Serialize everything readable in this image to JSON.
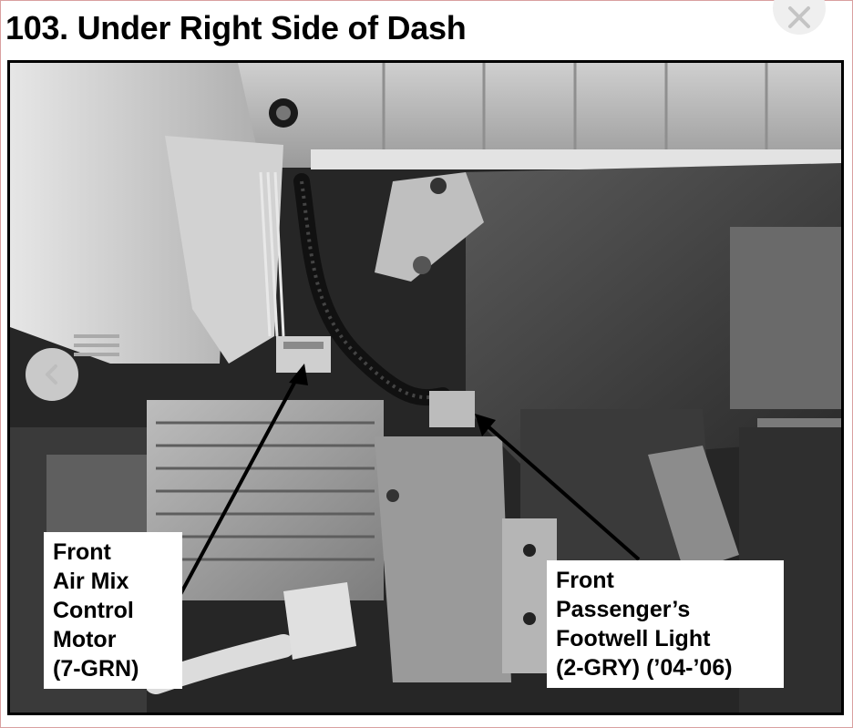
{
  "title": "103. Under Right Side of Dash",
  "callouts": {
    "left": [
      "Front",
      "Air Mix",
      "Control",
      "Motor",
      "(7-GRN)"
    ],
    "right": [
      "Front",
      "Passenger’s",
      "Footwell Light",
      "(2-GRY) (’04-’06)"
    ]
  },
  "icons": {
    "close": "close-icon",
    "previous": "chevron-left-icon"
  },
  "colors": {
    "border_accent": "#d9a0a0",
    "photo_dark": "#222222"
  }
}
